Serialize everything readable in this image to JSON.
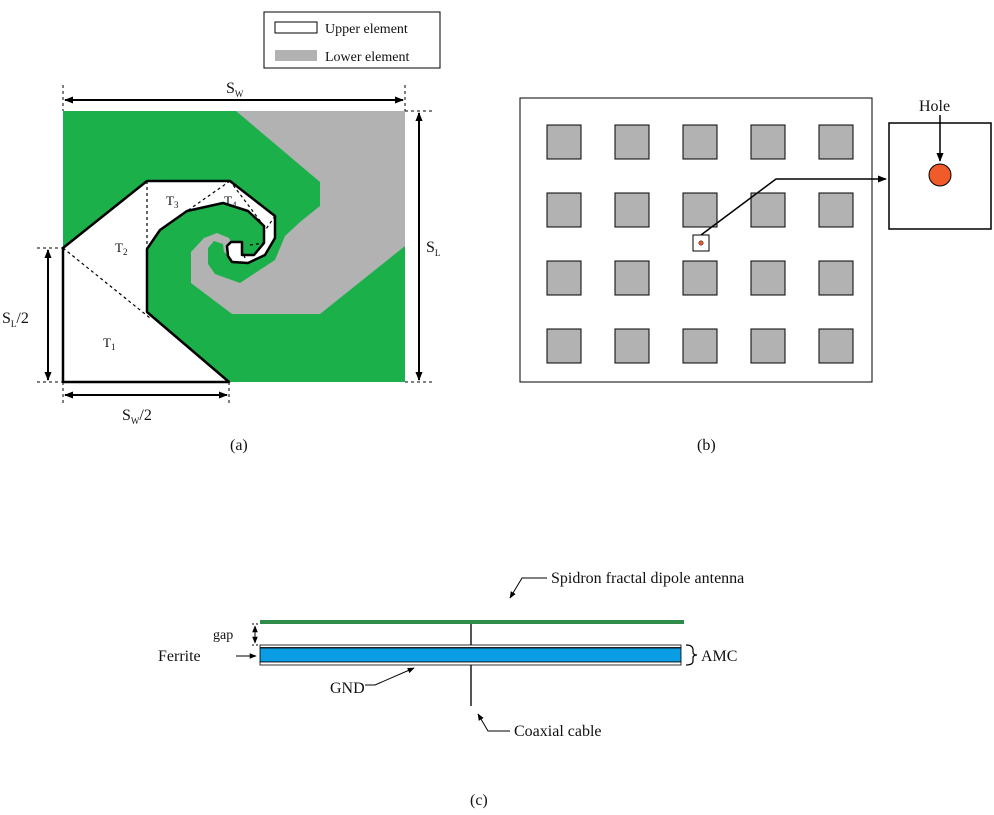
{
  "colors": {
    "green": "#1bb04a",
    "gray": "#b3b2b3",
    "white": "#ffffff",
    "stroke": "#000000",
    "ferrite_blue": "#0b9de3",
    "hole_red": "#f15a29",
    "antenna_green": "#2e8b4a"
  },
  "panel_a": {
    "caption": "(a)",
    "legend": {
      "upper": "Upper element",
      "lower": "Lower element"
    },
    "dims": {
      "sw_main": "S",
      "sw_sub": "W",
      "sl_main": "S",
      "sl_sub": "L",
      "sl_half_main": "S",
      "sl_half_sub": "L",
      "sl_half_suffix": "/2",
      "sw_half_main": "S",
      "sw_half_sub": "W",
      "sw_half_suffix": "/2"
    },
    "triangles": [
      {
        "main": "T",
        "sub": "1"
      },
      {
        "main": "T",
        "sub": "2"
      },
      {
        "main": "T",
        "sub": "3"
      },
      {
        "main": "T",
        "sub": "4"
      }
    ]
  },
  "panel_b": {
    "caption": "(b)",
    "hole_label": "Hole",
    "grid": {
      "rows": 4,
      "cols": 5
    }
  },
  "panel_c": {
    "caption": "(c)",
    "antenna_label": "Spidron fractal dipole antenna",
    "gap_label": "gap",
    "ferrite_label": "Ferrite",
    "amc_label": "AMC",
    "gnd_label": "GND",
    "coax_label": "Coaxial cable"
  }
}
